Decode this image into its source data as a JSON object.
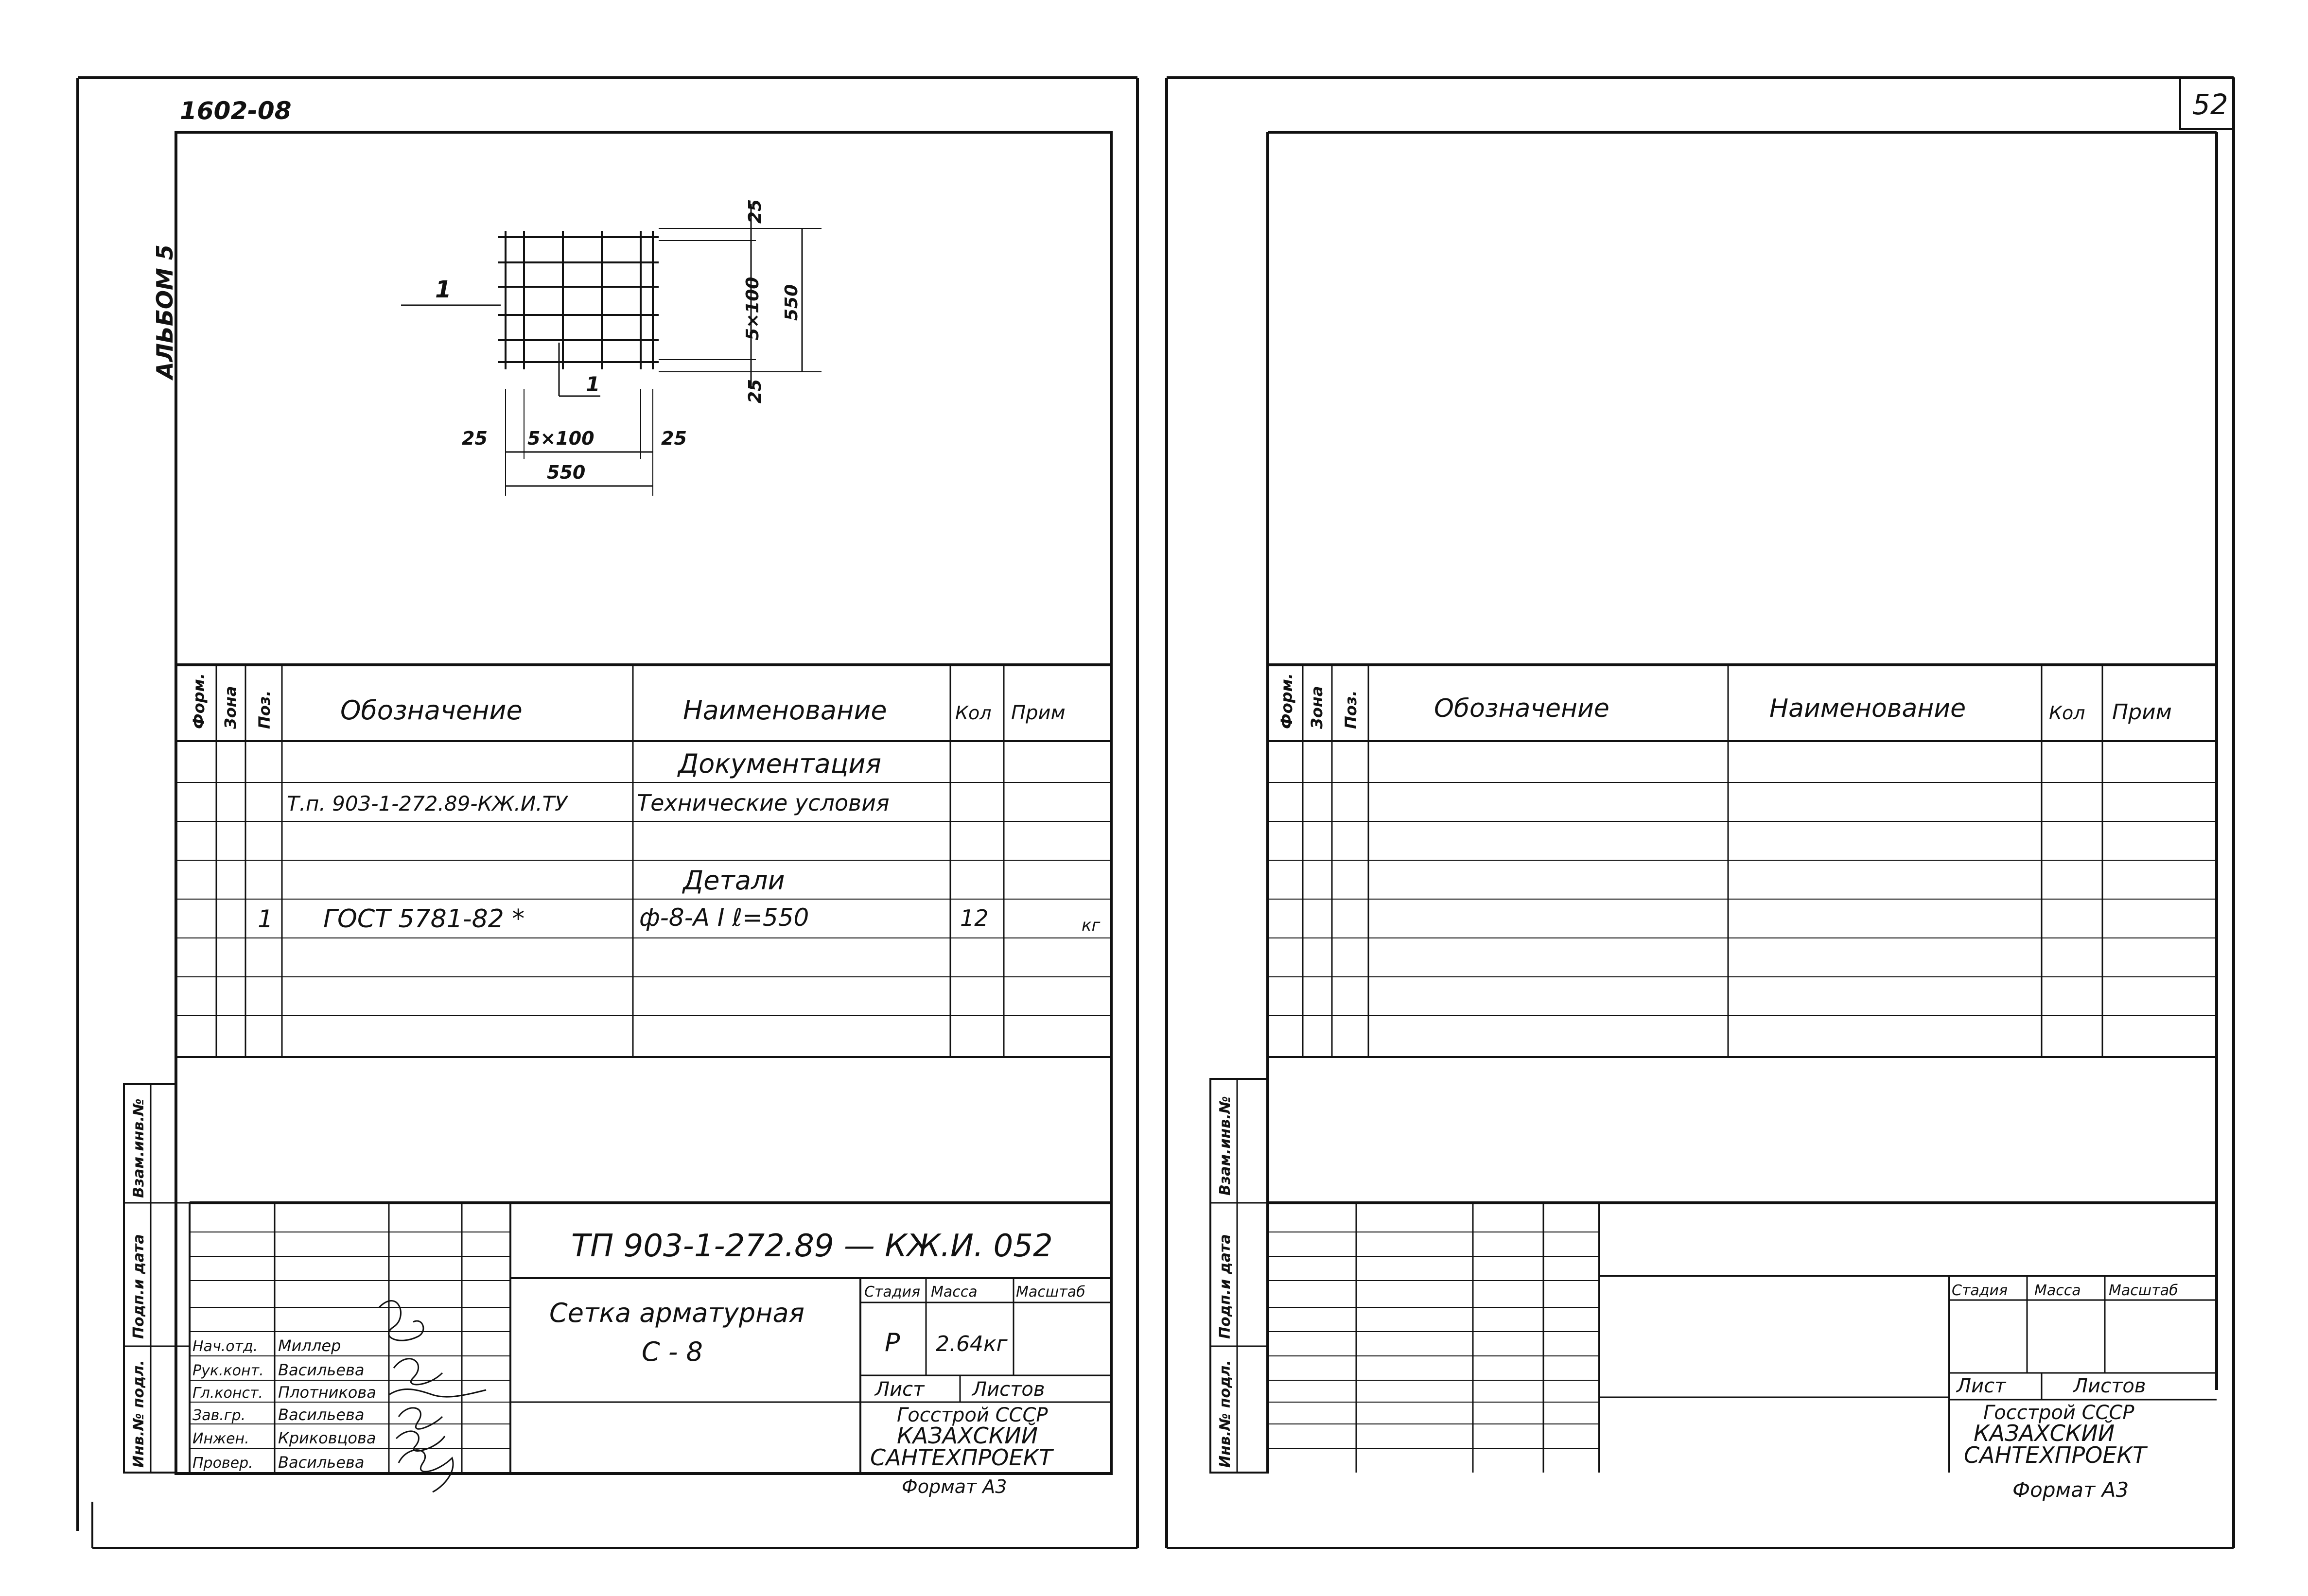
{
  "left_sheet": {
    "corner_code": "1602-08",
    "album_label": "АЛЬБОМ 5",
    "drawing": {
      "position_mark_1": "1",
      "position_mark_2": "1",
      "dim_left_edge": "25",
      "dim_spacing_h": "5×100",
      "dim_right_edge": "25",
      "dim_width_total": "550",
      "dim_top_edge": "25",
      "dim_spacing_v": "5×100",
      "dim_bottom_edge": "25",
      "dim_height_total": "550"
    },
    "spec_table": {
      "headers": {
        "format": "Форм.",
        "zone": "Зона",
        "pos": "Поз.",
        "designation": "Обозначение",
        "name": "Наименование",
        "qty": "Кол",
        "note": "Прим"
      },
      "section_documentation": "Документация",
      "doc_row": {
        "designation": "Т.п. 903-1-272.89-КЖ.И.ТУ",
        "name": "Технические условия"
      },
      "section_details": "Детали",
      "detail_row": {
        "pos": "1",
        "designation": "ГОСТ 5781-82 *",
        "name": "ф-8-А I   ℓ=550",
        "qty": "12",
        "note": "кг"
      }
    },
    "side_stamp": {
      "vzam_inv": "Взам.инв.№",
      "podp_data": "Подп.и дата",
      "inv_podl": "Инв.№ подл."
    },
    "title_block": {
      "doc_code": "ТП 903-1-272.89 — КЖ.И. 052",
      "title_line1": "Сетка арматурная",
      "title_line2": "С - 8",
      "stage_label": "Стадия",
      "mass_label": "Масса",
      "scale_label": "Масштаб",
      "stage_value": "Р",
      "mass_value": "2.64кг",
      "sheet_label": "Лист",
      "sheets_label": "Листов",
      "org_line1": "Госстрой СССР",
      "org_line2": "КАЗАХСКИЙ",
      "org_line3": "САНТЕХПРОЕКТ",
      "format": "Формат А3",
      "signatures": [
        {
          "role": "Нач.отд.",
          "name": "Миллер"
        },
        {
          "role": "Рук.конт.",
          "name": "Васильева"
        },
        {
          "role": "Гл.конст.",
          "name": "Плотникова"
        },
        {
          "role": "Зав.гр.",
          "name": "Васильева"
        },
        {
          "role": "Инжен.",
          "name": "Криковцова"
        },
        {
          "role": "Провер.",
          "name": "Васильева"
        }
      ]
    }
  },
  "right_sheet": {
    "page_number": "52",
    "spec_table": {
      "headers": {
        "format": "Форм.",
        "zone": "Зона",
        "pos": "Поз.",
        "designation": "Обозначение",
        "name": "Наименование",
        "qty": "Кол",
        "note": "Прим"
      }
    },
    "side_stamp": {
      "vzam_inv": "Взам.инв.№",
      "podp_data": "Подп.и дата",
      "inv_podl": "Инв.№ подл."
    },
    "title_block": {
      "stage_label": "Стадия",
      "mass_label": "Масса",
      "scale_label": "Масштаб",
      "sheet_label": "Лист",
      "sheets_label": "Листов",
      "org_line1": "Госстрой СССР",
      "org_line2": "КАЗАХСКИЙ",
      "org_line3": "САНТЕХПРОЕКТ",
      "format": "Формат А3"
    }
  }
}
